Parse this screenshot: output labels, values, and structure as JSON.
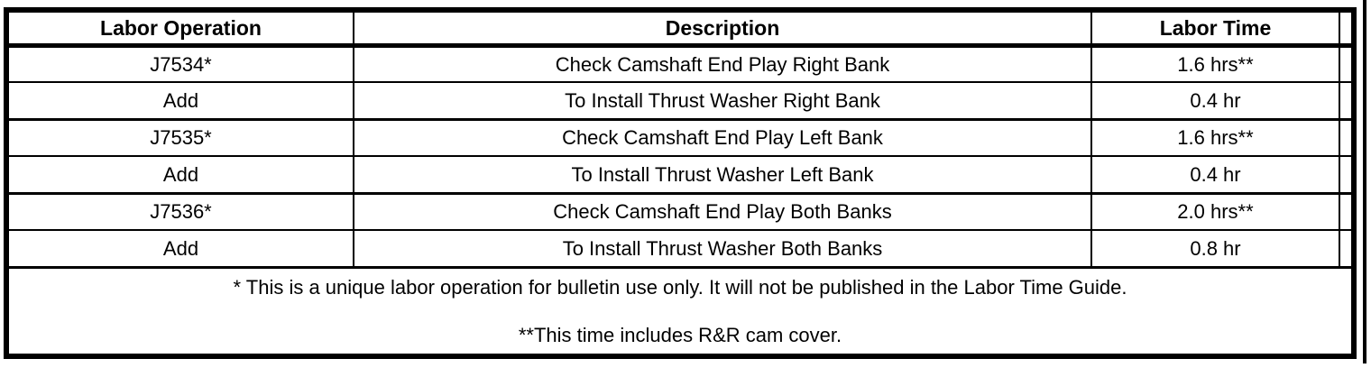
{
  "page": {
    "background": "#ffffff",
    "border_color": "#000000",
    "text_color": "#000000"
  },
  "table": {
    "columns": [
      "Labor Operation",
      "Description",
      "Labor Time"
    ],
    "rows": [
      {
        "op": "J7534*",
        "desc": "Check Camshaft End Play Right Bank",
        "time": "1.6 hrs**"
      },
      {
        "op": "Add",
        "desc": "To Install Thrust Washer Right Bank",
        "time": "0.4 hr"
      },
      {
        "op": "J7535*",
        "desc": "Check Camshaft End Play Left Bank",
        "time": "1.6 hrs**"
      },
      {
        "op": "Add",
        "desc": "To Install Thrust Washer Left Bank",
        "time": "0.4 hr"
      },
      {
        "op": "J7536*",
        "desc": "Check Camshaft End Play Both Banks",
        "time": "2.0 hrs**"
      },
      {
        "op": "Add",
        "desc": "To Install Thrust Washer Both Banks",
        "time": "0.8 hr"
      }
    ],
    "footnotes": [
      "* This is a unique labor operation for bulletin use only. It will not be published in the Labor Time Guide.",
      "**This time includes R&R cam cover."
    ]
  }
}
